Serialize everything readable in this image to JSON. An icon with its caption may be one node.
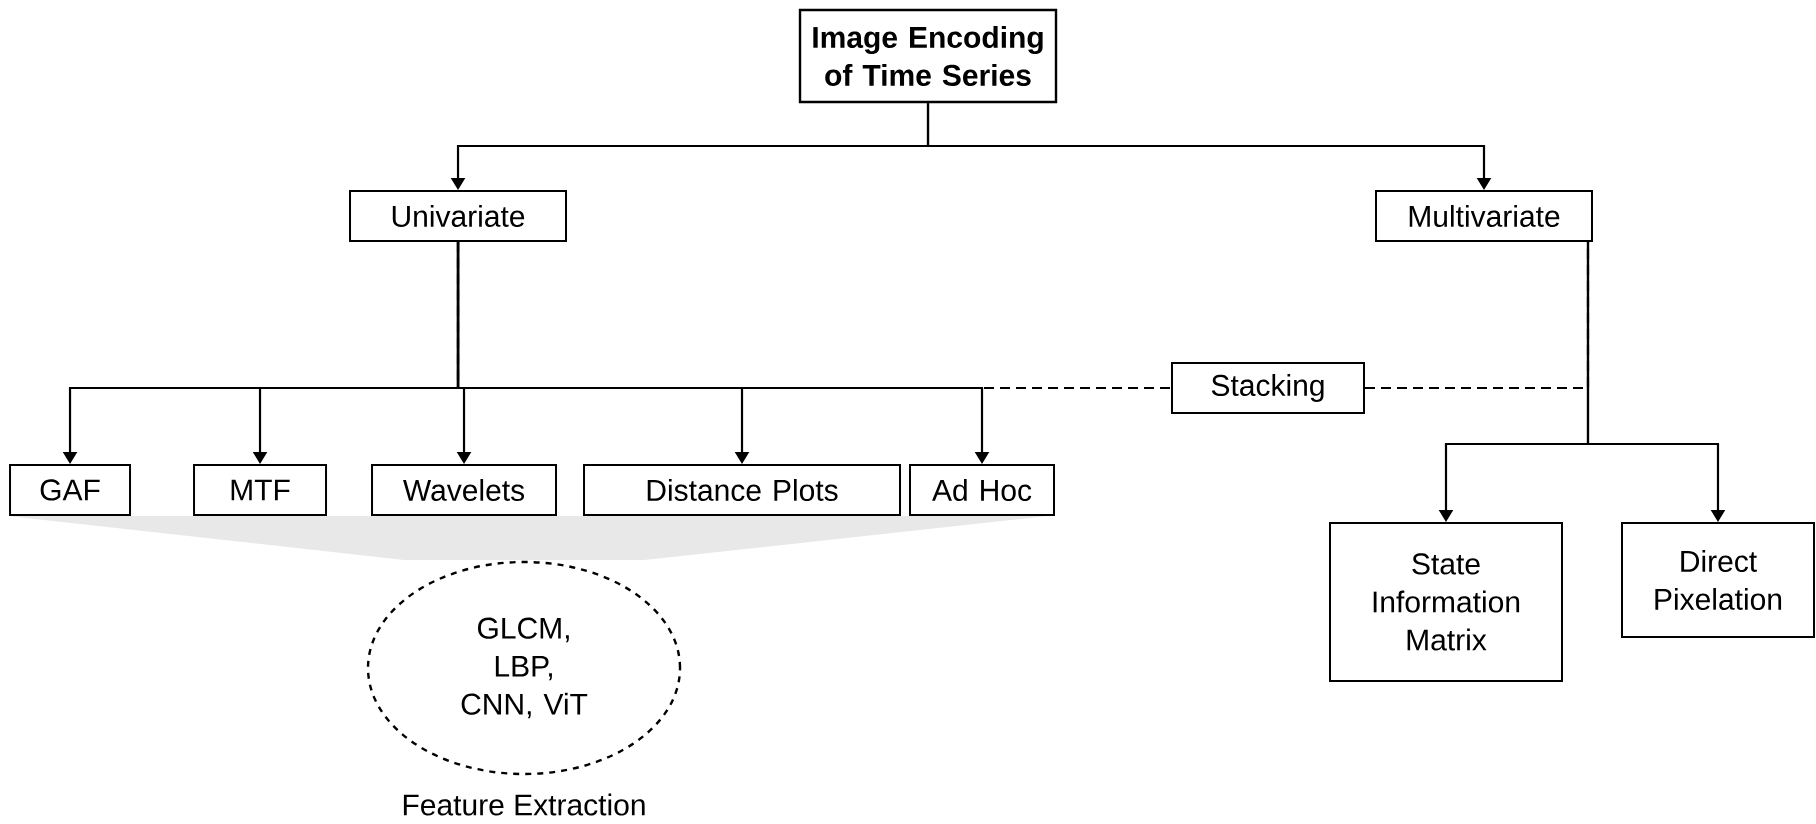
{
  "diagram": {
    "nodes": [
      {
        "text": [
          "Image Encoding of Time Series"
        ]
      },
      {
        "text": [
          "Univariate"
        ]
      },
      {
        "text": [
          "Multivariate"
        ]
      },
      {
        "text": [
          "Stacking"
        ]
      },
      {
        "text": [
          "GAF"
        ]
      },
      {
        "text": [
          "MTF"
        ]
      },
      {
        "text": [
          "Wavelets"
        ]
      },
      {
        "text": [
          "Distance Plots"
        ]
      },
      {
        "text": [
          "Ad Hoc"
        ]
      },
      {
        "text": [
          "State Information Matrix"
        ]
      },
      {
        "text": [
          "Direct Pixelation"
        ]
      },
      {
        "text": [],
        "shape": "funnel"
      },
      {
        "text": [
          "GLCM, LBP, CNN, ViT"
        ],
        "beside": [
          "Feature Extraction"
        ]
      }
    ],
    "edges": [
      {
        "from": 0,
        "to": 1,
        "arrow": "to"
      },
      {
        "from": 0,
        "to": 2,
        "arrow": "to"
      },
      {
        "from": 1,
        "to": 4,
        "arrow": "to"
      },
      {
        "from": 1,
        "to": 5,
        "arrow": "to"
      },
      {
        "from": 1,
        "to": 6,
        "arrow": "to"
      },
      {
        "from": 1,
        "to": 7,
        "arrow": "to"
      },
      {
        "from": 1,
        "to": 8,
        "arrow": "to"
      },
      {
        "from": 1,
        "to": 3,
        "arrow": "none",
        "style": "dashed"
      },
      {
        "from": 3,
        "to": 2,
        "arrow": "none",
        "style": "dashed"
      },
      {
        "from": 2,
        "to": 9,
        "arrow": "to"
      },
      {
        "from": 2,
        "to": 10,
        "arrow": "to"
      }
    ]
  }
}
